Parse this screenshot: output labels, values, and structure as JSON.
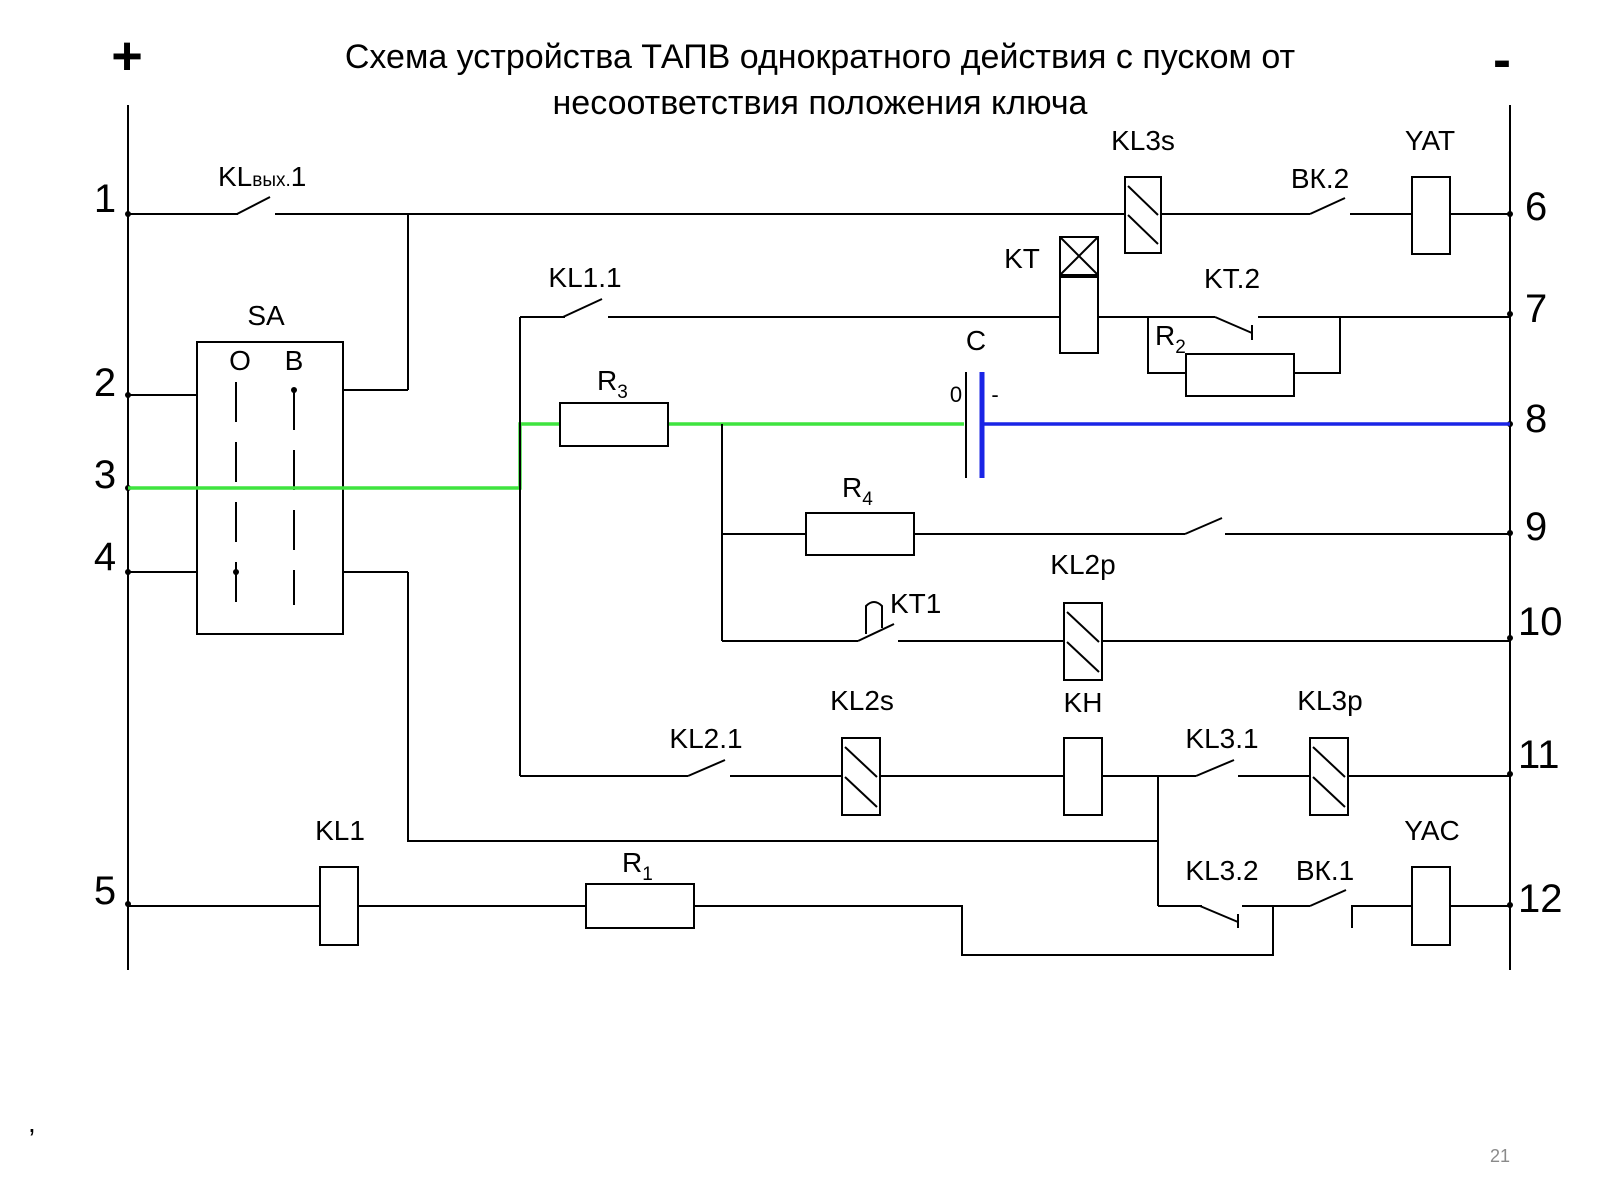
{
  "title": {
    "line1": "Схема устройства ТАПВ однократного действия с пуском от",
    "line2": "несоответствия положения ключа"
  },
  "rails": {
    "plus": "+",
    "minus": "-"
  },
  "terminals_left": [
    "1",
    "2",
    "3",
    "4",
    "5"
  ],
  "terminals_right": [
    "6",
    "7",
    "8",
    "9",
    "10",
    "11",
    "12"
  ],
  "switch_SA": {
    "name": "SA",
    "pos_o": "О",
    "pos_b": "В"
  },
  "components": {
    "kl_out": {
      "base": "KL",
      "sub": "вых.",
      "suffix": "1"
    },
    "kl3s": "KL3s",
    "bk2": "ВК.2",
    "yat": "YAT",
    "kl11": "KL1.1",
    "kt": "KT",
    "kt2": "KT.2",
    "c": "C",
    "c_zero": "0",
    "c_minus": "-",
    "r1": {
      "base": "R",
      "sub": "1"
    },
    "r2": {
      "base": "R",
      "sub": "2"
    },
    "r3": {
      "base": "R",
      "sub": "3"
    },
    "r4": {
      "base": "R",
      "sub": "4"
    },
    "kt1": "KT1",
    "kl2p": "KL2p",
    "kl21": "KL2.1",
    "kl2s": "KL2s",
    "kh": "KH",
    "kl31": "KL3.1",
    "kl3p": "KL3p",
    "kl1": "KL1",
    "yac": "YAC",
    "kl32": "KL3.2",
    "bk1": "ВК.1"
  },
  "footer": {
    "page_number": "21",
    "mark": ","
  },
  "colors": {
    "energized_circuit": "#3fe43f",
    "negative_plate_circuit": "#1a24e6",
    "wire": "#000000"
  }
}
